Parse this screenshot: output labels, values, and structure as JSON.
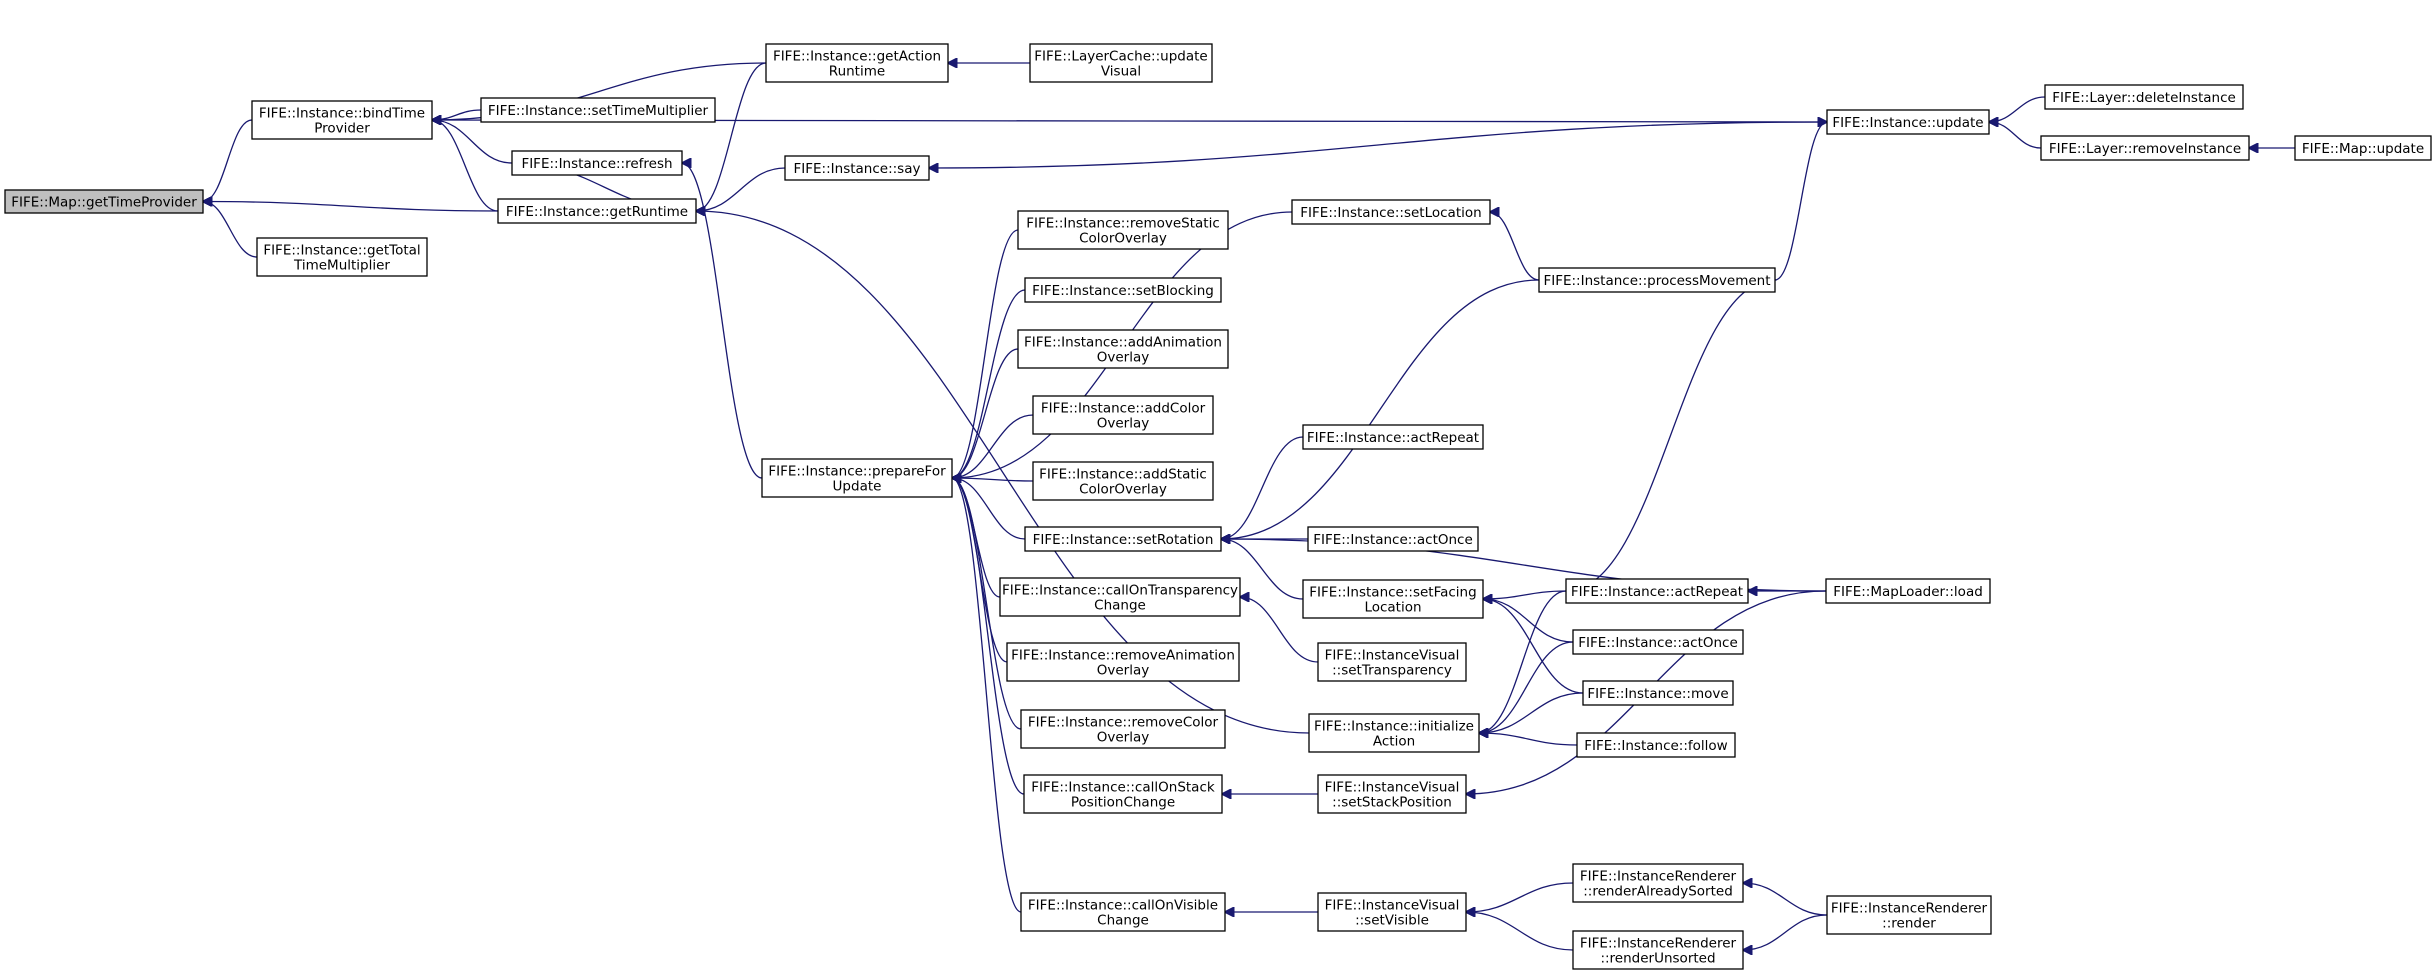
{
  "graph": {
    "root": "FIFE::Map::getTimeProvider",
    "nodes": [
      {
        "id": "map_getTimeProvider",
        "label": [
          "FIFE::Map::getTimeProvider"
        ],
        "root": true
      },
      {
        "id": "inst_bindTimeProvider",
        "label": [
          "FIFE::Instance::bindTime",
          "Provider"
        ]
      },
      {
        "id": "inst_getTotalTimeMultiplier",
        "label": [
          "FIFE::Instance::getTotal",
          "TimeMultiplier"
        ]
      },
      {
        "id": "inst_setTimeMultiplier",
        "label": [
          "FIFE::Instance::setTimeMultiplier"
        ]
      },
      {
        "id": "inst_refresh",
        "label": [
          "FIFE::Instance::refresh"
        ]
      },
      {
        "id": "inst_getRuntime",
        "label": [
          "FIFE::Instance::getRuntime"
        ]
      },
      {
        "id": "inst_getActionRuntime",
        "label": [
          "FIFE::Instance::getAction",
          "Runtime"
        ]
      },
      {
        "id": "layercache_updateVisual",
        "label": [
          "FIFE::LayerCache::update",
          "Visual"
        ]
      },
      {
        "id": "inst_say",
        "label": [
          "FIFE::Instance::say"
        ]
      },
      {
        "id": "inst_update",
        "label": [
          "FIFE::Instance::update"
        ]
      },
      {
        "id": "layer_deleteInstance",
        "label": [
          "FIFE::Layer::deleteInstance"
        ]
      },
      {
        "id": "layer_removeInstance",
        "label": [
          "FIFE::Layer::removeInstance"
        ]
      },
      {
        "id": "map_update",
        "label": [
          "FIFE::Map::update"
        ]
      },
      {
        "id": "inst_setLocation",
        "label": [
          "FIFE::Instance::setLocation"
        ]
      },
      {
        "id": "inst_processMovement",
        "label": [
          "FIFE::Instance::processMovement"
        ]
      },
      {
        "id": "inst_prepareForUpdate",
        "label": [
          "FIFE::Instance::prepareFor",
          "Update"
        ]
      },
      {
        "id": "inst_removeStaticColorOverlay",
        "label": [
          "FIFE::Instance::removeStatic",
          "ColorOverlay"
        ]
      },
      {
        "id": "inst_setBlocking",
        "label": [
          "FIFE::Instance::setBlocking"
        ]
      },
      {
        "id": "inst_addAnimationOverlay",
        "label": [
          "FIFE::Instance::addAnimation",
          "Overlay"
        ]
      },
      {
        "id": "inst_addColorOverlay",
        "label": [
          "FIFE::Instance::addColor",
          "Overlay"
        ]
      },
      {
        "id": "inst_addStaticColorOverlay",
        "label": [
          "FIFE::Instance::addStatic",
          "ColorOverlay"
        ]
      },
      {
        "id": "inst_setRotation",
        "label": [
          "FIFE::Instance::setRotation"
        ]
      },
      {
        "id": "inst_actRepeat_a",
        "label": [
          "FIFE::Instance::actRepeat"
        ]
      },
      {
        "id": "inst_actOnce_a",
        "label": [
          "FIFE::Instance::actOnce"
        ]
      },
      {
        "id": "inst_setFacingLocation",
        "label": [
          "FIFE::Instance::setFacing",
          "Location"
        ]
      },
      {
        "id": "inst_callOnTransparencyChange",
        "label": [
          "FIFE::Instance::callOnTransparency",
          "Change"
        ]
      },
      {
        "id": "instvis_setTransparency",
        "label": [
          "FIFE::InstanceVisual",
          "::setTransparency"
        ]
      },
      {
        "id": "inst_removeAnimationOverlay",
        "label": [
          "FIFE::Instance::removeAnimation",
          "Overlay"
        ]
      },
      {
        "id": "inst_removeColorOverlay",
        "label": [
          "FIFE::Instance::removeColor",
          "Overlay"
        ]
      },
      {
        "id": "inst_initializeAction",
        "label": [
          "FIFE::Instance::initialize",
          "Action"
        ]
      },
      {
        "id": "inst_callOnStackPositionChange",
        "label": [
          "FIFE::Instance::callOnStack",
          "PositionChange"
        ]
      },
      {
        "id": "instvis_setStackPosition",
        "label": [
          "FIFE::InstanceVisual",
          "::setStackPosition"
        ]
      },
      {
        "id": "inst_callOnVisibleChange",
        "label": [
          "FIFE::Instance::callOnVisible",
          "Change"
        ]
      },
      {
        "id": "instvis_setVisible",
        "label": [
          "FIFE::InstanceVisual",
          "::setVisible"
        ]
      },
      {
        "id": "inst_actRepeat_b",
        "label": [
          "FIFE::Instance::actRepeat"
        ]
      },
      {
        "id": "inst_actOnce_b",
        "label": [
          "FIFE::Instance::actOnce"
        ]
      },
      {
        "id": "inst_move",
        "label": [
          "FIFE::Instance::move"
        ]
      },
      {
        "id": "inst_follow",
        "label": [
          "FIFE::Instance::follow"
        ]
      },
      {
        "id": "maploader_load",
        "label": [
          "FIFE::MapLoader::load"
        ]
      },
      {
        "id": "instrenderer_renderAlreadySorted",
        "label": [
          "FIFE::InstanceRenderer",
          "::renderAlreadySorted"
        ]
      },
      {
        "id": "instrenderer_renderUnsorted",
        "label": [
          "FIFE::InstanceRenderer",
          "::renderUnsorted"
        ]
      },
      {
        "id": "instrenderer_render",
        "label": [
          "FIFE::InstanceRenderer",
          "::render"
        ]
      }
    ],
    "edges": [
      {
        "from": "inst_bindTimeProvider",
        "to": "map_getTimeProvider"
      },
      {
        "from": "inst_getRuntime",
        "to": "map_getTimeProvider"
      },
      {
        "from": "inst_getTotalTimeMultiplier",
        "to": "map_getTimeProvider"
      },
      {
        "from": "inst_setTimeMultiplier",
        "to": "inst_bindTimeProvider"
      },
      {
        "from": "inst_refresh",
        "to": "inst_bindTimeProvider"
      },
      {
        "from": "inst_getRuntime",
        "to": "inst_bindTimeProvider"
      },
      {
        "from": "inst_getActionRuntime",
        "to": "inst_bindTimeProvider"
      },
      {
        "from": "inst_update",
        "to": "inst_bindTimeProvider"
      },
      {
        "from": "layercache_updateVisual",
        "to": "inst_getActionRuntime"
      },
      {
        "from": "inst_getActionRuntime",
        "to": "inst_getRuntime"
      },
      {
        "from": "inst_say",
        "to": "inst_getRuntime"
      },
      {
        "from": "inst_refresh",
        "to": "inst_getRuntime"
      },
      {
        "from": "inst_initializeAction",
        "to": "inst_getRuntime"
      },
      {
        "from": "inst_update",
        "to": "inst_say"
      },
      {
        "from": "layer_deleteInstance",
        "to": "inst_update"
      },
      {
        "from": "layer_removeInstance",
        "to": "inst_update"
      },
      {
        "from": "map_update",
        "to": "layer_removeInstance"
      },
      {
        "from": "inst_processMovement",
        "to": "inst_update"
      },
      {
        "from": "inst_processMovement",
        "to": "inst_setLocation"
      },
      {
        "from": "inst_prepareForUpdate",
        "to": "inst_refresh"
      },
      {
        "from": "inst_setLocation",
        "to": "inst_prepareForUpdate"
      },
      {
        "from": "inst_removeStaticColorOverlay",
        "to": "inst_prepareForUpdate"
      },
      {
        "from": "inst_setBlocking",
        "to": "inst_prepareForUpdate"
      },
      {
        "from": "inst_addAnimationOverlay",
        "to": "inst_prepareForUpdate"
      },
      {
        "from": "inst_addColorOverlay",
        "to": "inst_prepareForUpdate"
      },
      {
        "from": "inst_addStaticColorOverlay",
        "to": "inst_prepareForUpdate"
      },
      {
        "from": "inst_setRotation",
        "to": "inst_prepareForUpdate"
      },
      {
        "from": "inst_callOnTransparencyChange",
        "to": "inst_prepareForUpdate"
      },
      {
        "from": "inst_removeAnimationOverlay",
        "to": "inst_prepareForUpdate"
      },
      {
        "from": "inst_removeColorOverlay",
        "to": "inst_prepareForUpdate"
      },
      {
        "from": "inst_callOnStackPositionChange",
        "to": "inst_prepareForUpdate"
      },
      {
        "from": "inst_callOnVisibleChange",
        "to": "inst_prepareForUpdate"
      },
      {
        "from": "inst_processMovement",
        "to": "inst_setRotation"
      },
      {
        "from": "inst_actRepeat_a",
        "to": "inst_setRotation"
      },
      {
        "from": "inst_actOnce_a",
        "to": "inst_setRotation"
      },
      {
        "from": "inst_setFacingLocation",
        "to": "inst_setRotation"
      },
      {
        "from": "maploader_load",
        "to": "inst_setRotation"
      },
      {
        "from": "inst_actRepeat_b",
        "to": "inst_setFacingLocation"
      },
      {
        "from": "inst_actOnce_b",
        "to": "inst_setFacingLocation"
      },
      {
        "from": "inst_move",
        "to": "inst_setFacingLocation"
      },
      {
        "from": "inst_actRepeat_b",
        "to": "inst_processMovement"
      },
      {
        "from": "maploader_load",
        "to": "inst_actRepeat_b"
      },
      {
        "from": "instvis_setTransparency",
        "to": "inst_callOnTransparencyChange"
      },
      {
        "from": "inst_actRepeat_b",
        "to": "inst_initializeAction"
      },
      {
        "from": "inst_actOnce_b",
        "to": "inst_initializeAction"
      },
      {
        "from": "inst_move",
        "to": "inst_initializeAction"
      },
      {
        "from": "inst_follow",
        "to": "inst_initializeAction"
      },
      {
        "from": "instvis_setStackPosition",
        "to": "inst_callOnStackPositionChange"
      },
      {
        "from": "maploader_load",
        "to": "instvis_setStackPosition"
      },
      {
        "from": "instvis_setVisible",
        "to": "inst_callOnVisibleChange"
      },
      {
        "from": "instrenderer_renderAlreadySorted",
        "to": "instvis_setVisible"
      },
      {
        "from": "instrenderer_renderUnsorted",
        "to": "instvis_setVisible"
      },
      {
        "from": "instrenderer_render",
        "to": "instrenderer_renderAlreadySorted"
      },
      {
        "from": "instrenderer_render",
        "to": "instrenderer_renderUnsorted"
      }
    ]
  }
}
